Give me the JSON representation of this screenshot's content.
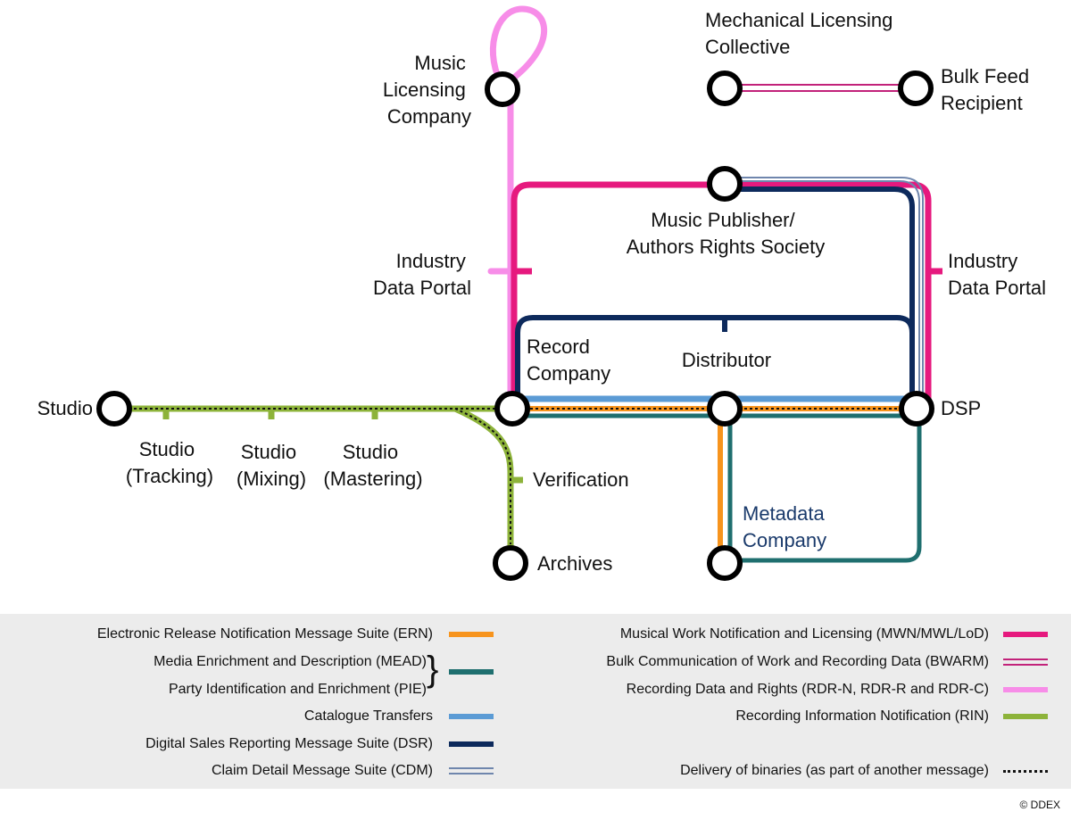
{
  "nodes": {
    "music_licensing": "Music\nLicensing\nCompany",
    "mlc": "Mechanical Licensing\nCollective",
    "bulk_feed": "Bulk Feed\nRecipient",
    "publisher": "Music Publisher/\nAuthors Rights Society",
    "idp_left": "Industry\nData Portal",
    "idp_right": "Industry\nData Portal",
    "record_company": "Record\nCompany",
    "distributor": "Distributor",
    "dsp": "DSP",
    "studio": "Studio",
    "studio_tracking": "Studio\n(Tracking)",
    "studio_mixing": "Studio\n(Mixing)",
    "studio_mastering": "Studio\n(Mastering)",
    "verification": "Verification",
    "archives": "Archives",
    "metadata_company": "Metadata\nCompany"
  },
  "legend": {
    "left": [
      {
        "label": "Electronic Release Notification Message Suite (ERN)",
        "color": "#f7941d",
        "style": "solid"
      },
      {
        "label": "Media Enrichment and Description (MEAD)",
        "color": "#1f6f6f",
        "style": "solid"
      },
      {
        "label": "Party Identification and Enrichment (PIE)",
        "color": "#1f6f6f",
        "style": "solid"
      },
      {
        "label": "Catalogue Transfers",
        "color": "#5b9bd5",
        "style": "solid"
      },
      {
        "label": "Digital Sales Reporting Message Suite (DSR)",
        "color": "#0d2a5c",
        "style": "solid"
      },
      {
        "label": "Claim Detail Message Suite (CDM)",
        "color": "#6f86ad",
        "style": "double"
      }
    ],
    "right": [
      {
        "label": "Musical Work Notification and Licensing (MWN/MWL/LoD)",
        "color": "#e6197e",
        "style": "solid"
      },
      {
        "label": "Bulk Communication of Work and Recording Data (BWARM)",
        "color": "#c2227a",
        "style": "double"
      },
      {
        "label": "Recording Data and Rights (RDR-N, RDR-R and RDR-C)",
        "color": "#f78de8",
        "style": "solid"
      },
      {
        "label": "Recording Information Notification (RIN)",
        "color": "#8db33a",
        "style": "solid"
      },
      {
        "label": "Delivery of binaries (as part of another message)",
        "color": "#111111",
        "style": "dotted"
      }
    ]
  },
  "copyright": "© DDEX"
}
